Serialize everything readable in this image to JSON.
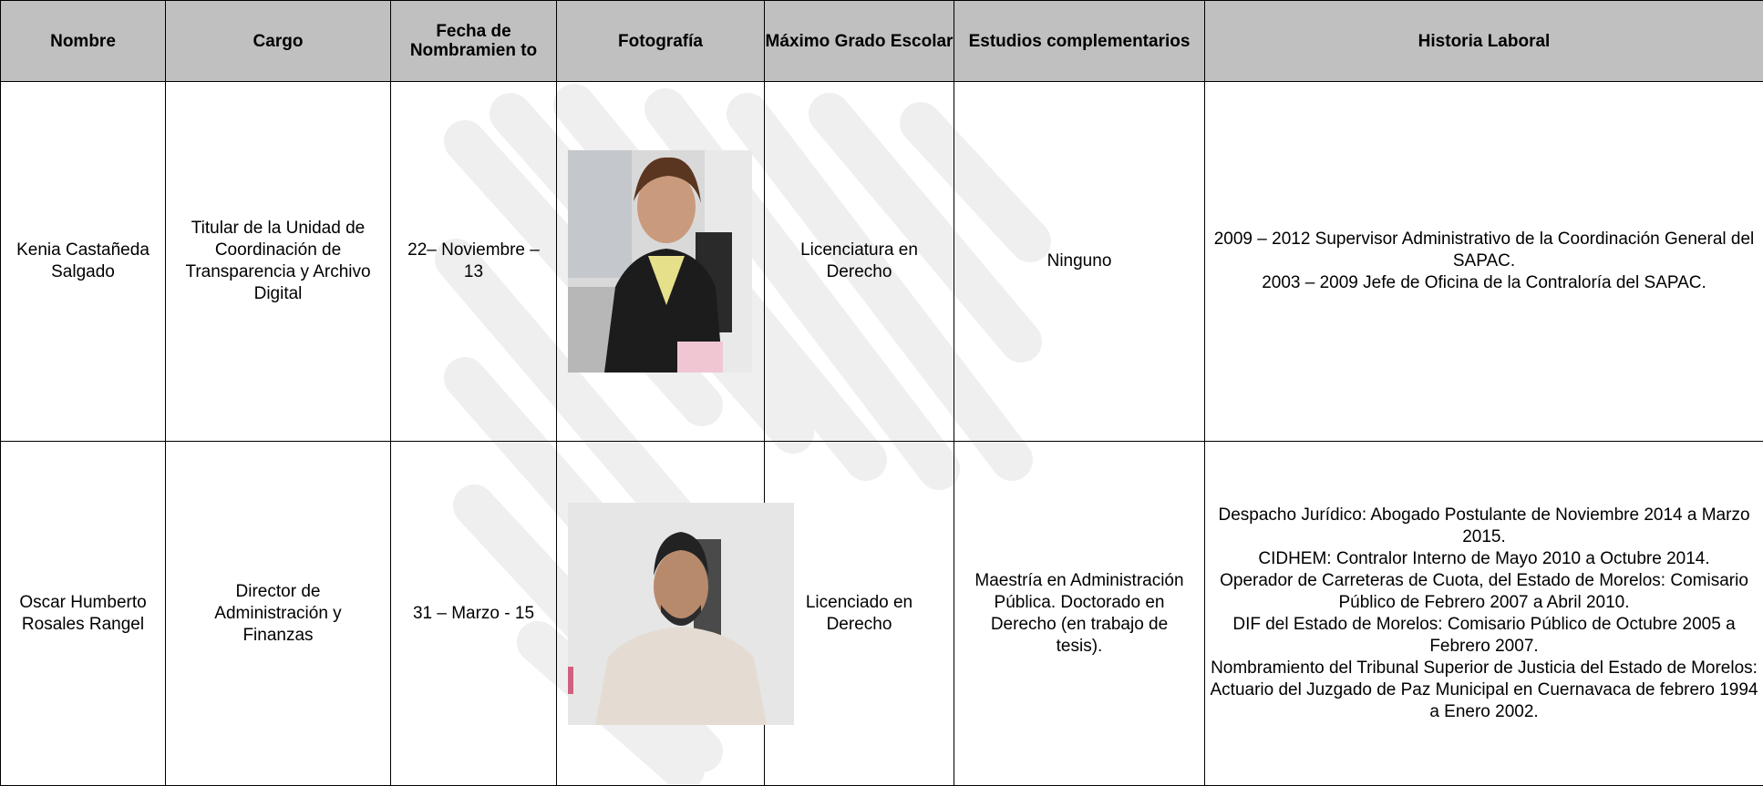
{
  "table": {
    "headers": [
      "Nombre",
      "Cargo",
      "Fecha de Nombramien to",
      "Fotografía",
      "Máximo Grado Escolar",
      "Estudios complementarios",
      "Historia Laboral"
    ],
    "rows": [
      {
        "nombre": "Kenia Castañeda Salgado",
        "cargo": "Titular de la Unidad de Coordinación de Transparencia y Archivo Digital",
        "fecha": "22– Noviembre – 13",
        "foto": "photo-kenia",
        "grado": "Licenciatura en Derecho",
        "estudios": "Ninguno",
        "historia": [
          "2009 – 2012 Supervisor Administrativo de la Coordinación General del SAPAC.",
          "2003 – 2009 Jefe de Oficina de la Contraloría del SAPAC."
        ]
      },
      {
        "nombre": "Oscar Humberto Rosales Rangel",
        "cargo": "Director de Administración y Finanzas",
        "fecha": "31 – Marzo - 15",
        "foto": "photo-oscar",
        "grado": "Licenciado en Derecho",
        "estudios": "Maestría en Administración Pública. Doctorado en Derecho (en trabajo de tesis).",
        "historia": [
          "Despacho Jurídico: Abogado Postulante de Noviembre 2014 a Marzo 2015.",
          "CIDHEM: Contralor Interno de Mayo 2010 a Octubre 2014.",
          "Operador de Carreteras de Cuota, del Estado de Morelos: Comisario Público de Febrero 2007 a Abril 2010.",
          "DIF del Estado de Morelos: Comisario Público de Octubre 2005 a Febrero 2007.",
          "Nombramiento del Tribunal Superior de Justicia del Estado de Morelos: Actuario del Juzgado de Paz Municipal en Cuernavaca de febrero 1994 a Enero 2002."
        ]
      }
    ]
  },
  "colors": {
    "header_bg": "#c0c0c0",
    "watermark": "#eeeeee",
    "border": "#000000"
  }
}
